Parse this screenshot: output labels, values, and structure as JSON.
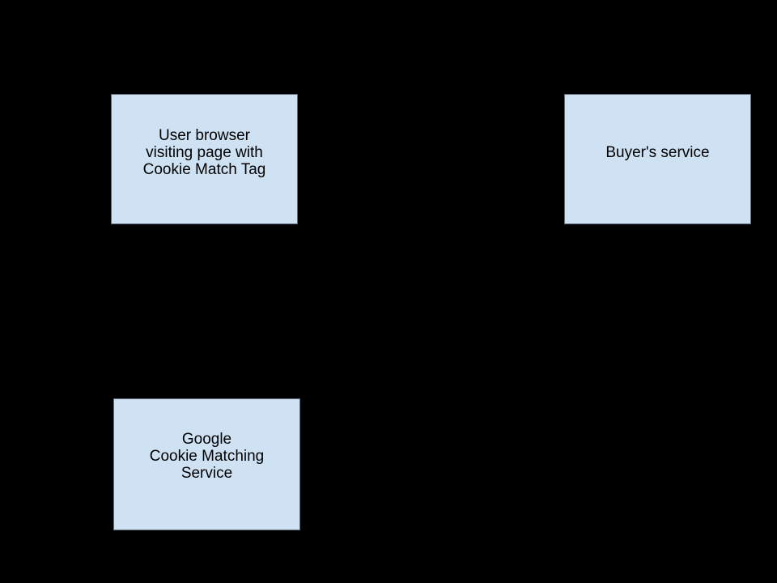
{
  "canvas": {
    "background_color": "#000000"
  },
  "diagram": {
    "style": {
      "box_fill_color": "#cfe2f3",
      "box_border_color": "#5f6d79",
      "text_color": "#000000"
    },
    "nodes": [
      {
        "id": "user-browser",
        "lines": [
          "User browser",
          "visiting page with",
          "Cookie Match Tag"
        ]
      },
      {
        "id": "buyers-service",
        "lines": [
          "Buyer's service"
        ]
      },
      {
        "id": "google-cookie-matching-service",
        "lines": [
          "Google",
          "Cookie Matching",
          "Service"
        ]
      }
    ]
  }
}
